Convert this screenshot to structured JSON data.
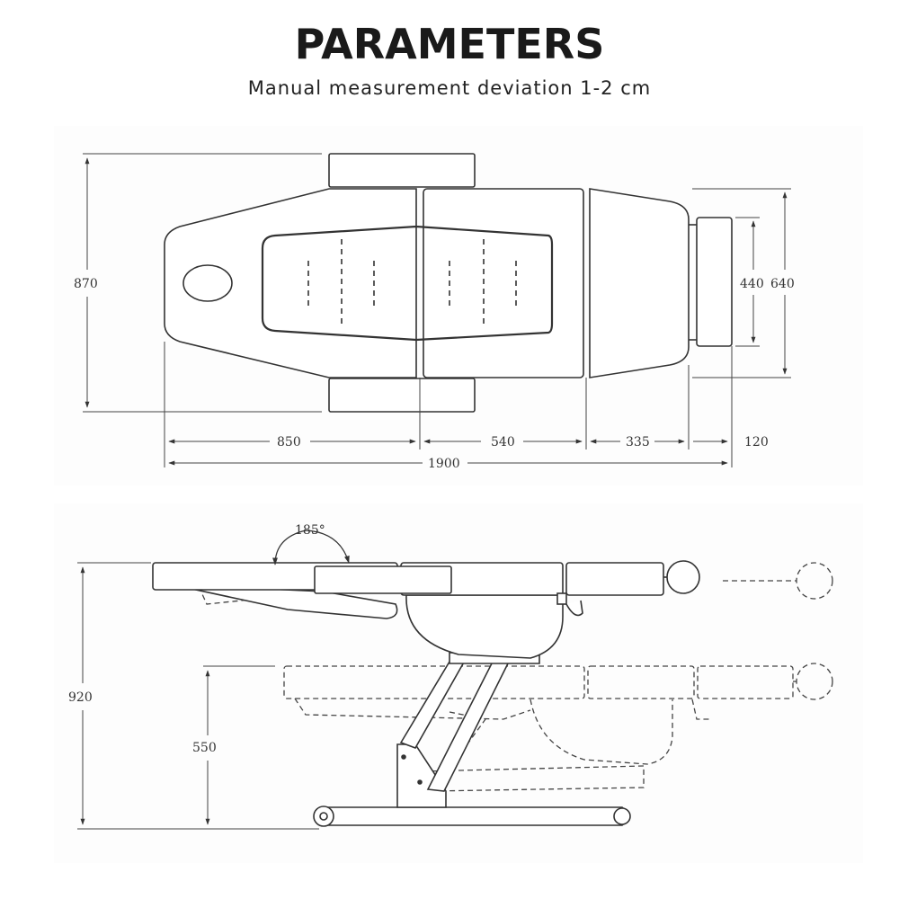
{
  "header": {
    "title": "PARAMETERS",
    "subtitle": "Manual measurement deviation 1-2 cm"
  },
  "top_view": {
    "labels": {
      "overall_width": "870",
      "leg_width_inner": "440",
      "leg_width_outer": "640",
      "head_length": "850",
      "seat_length": "540",
      "leg_length": "335",
      "foot_length": "120",
      "total_length": "1900"
    }
  },
  "side_view": {
    "labels": {
      "back_angle": "185°",
      "max_height": "920",
      "min_height": "550"
    }
  },
  "colors": {
    "line": "#333333",
    "fill": "#ffffff"
  }
}
